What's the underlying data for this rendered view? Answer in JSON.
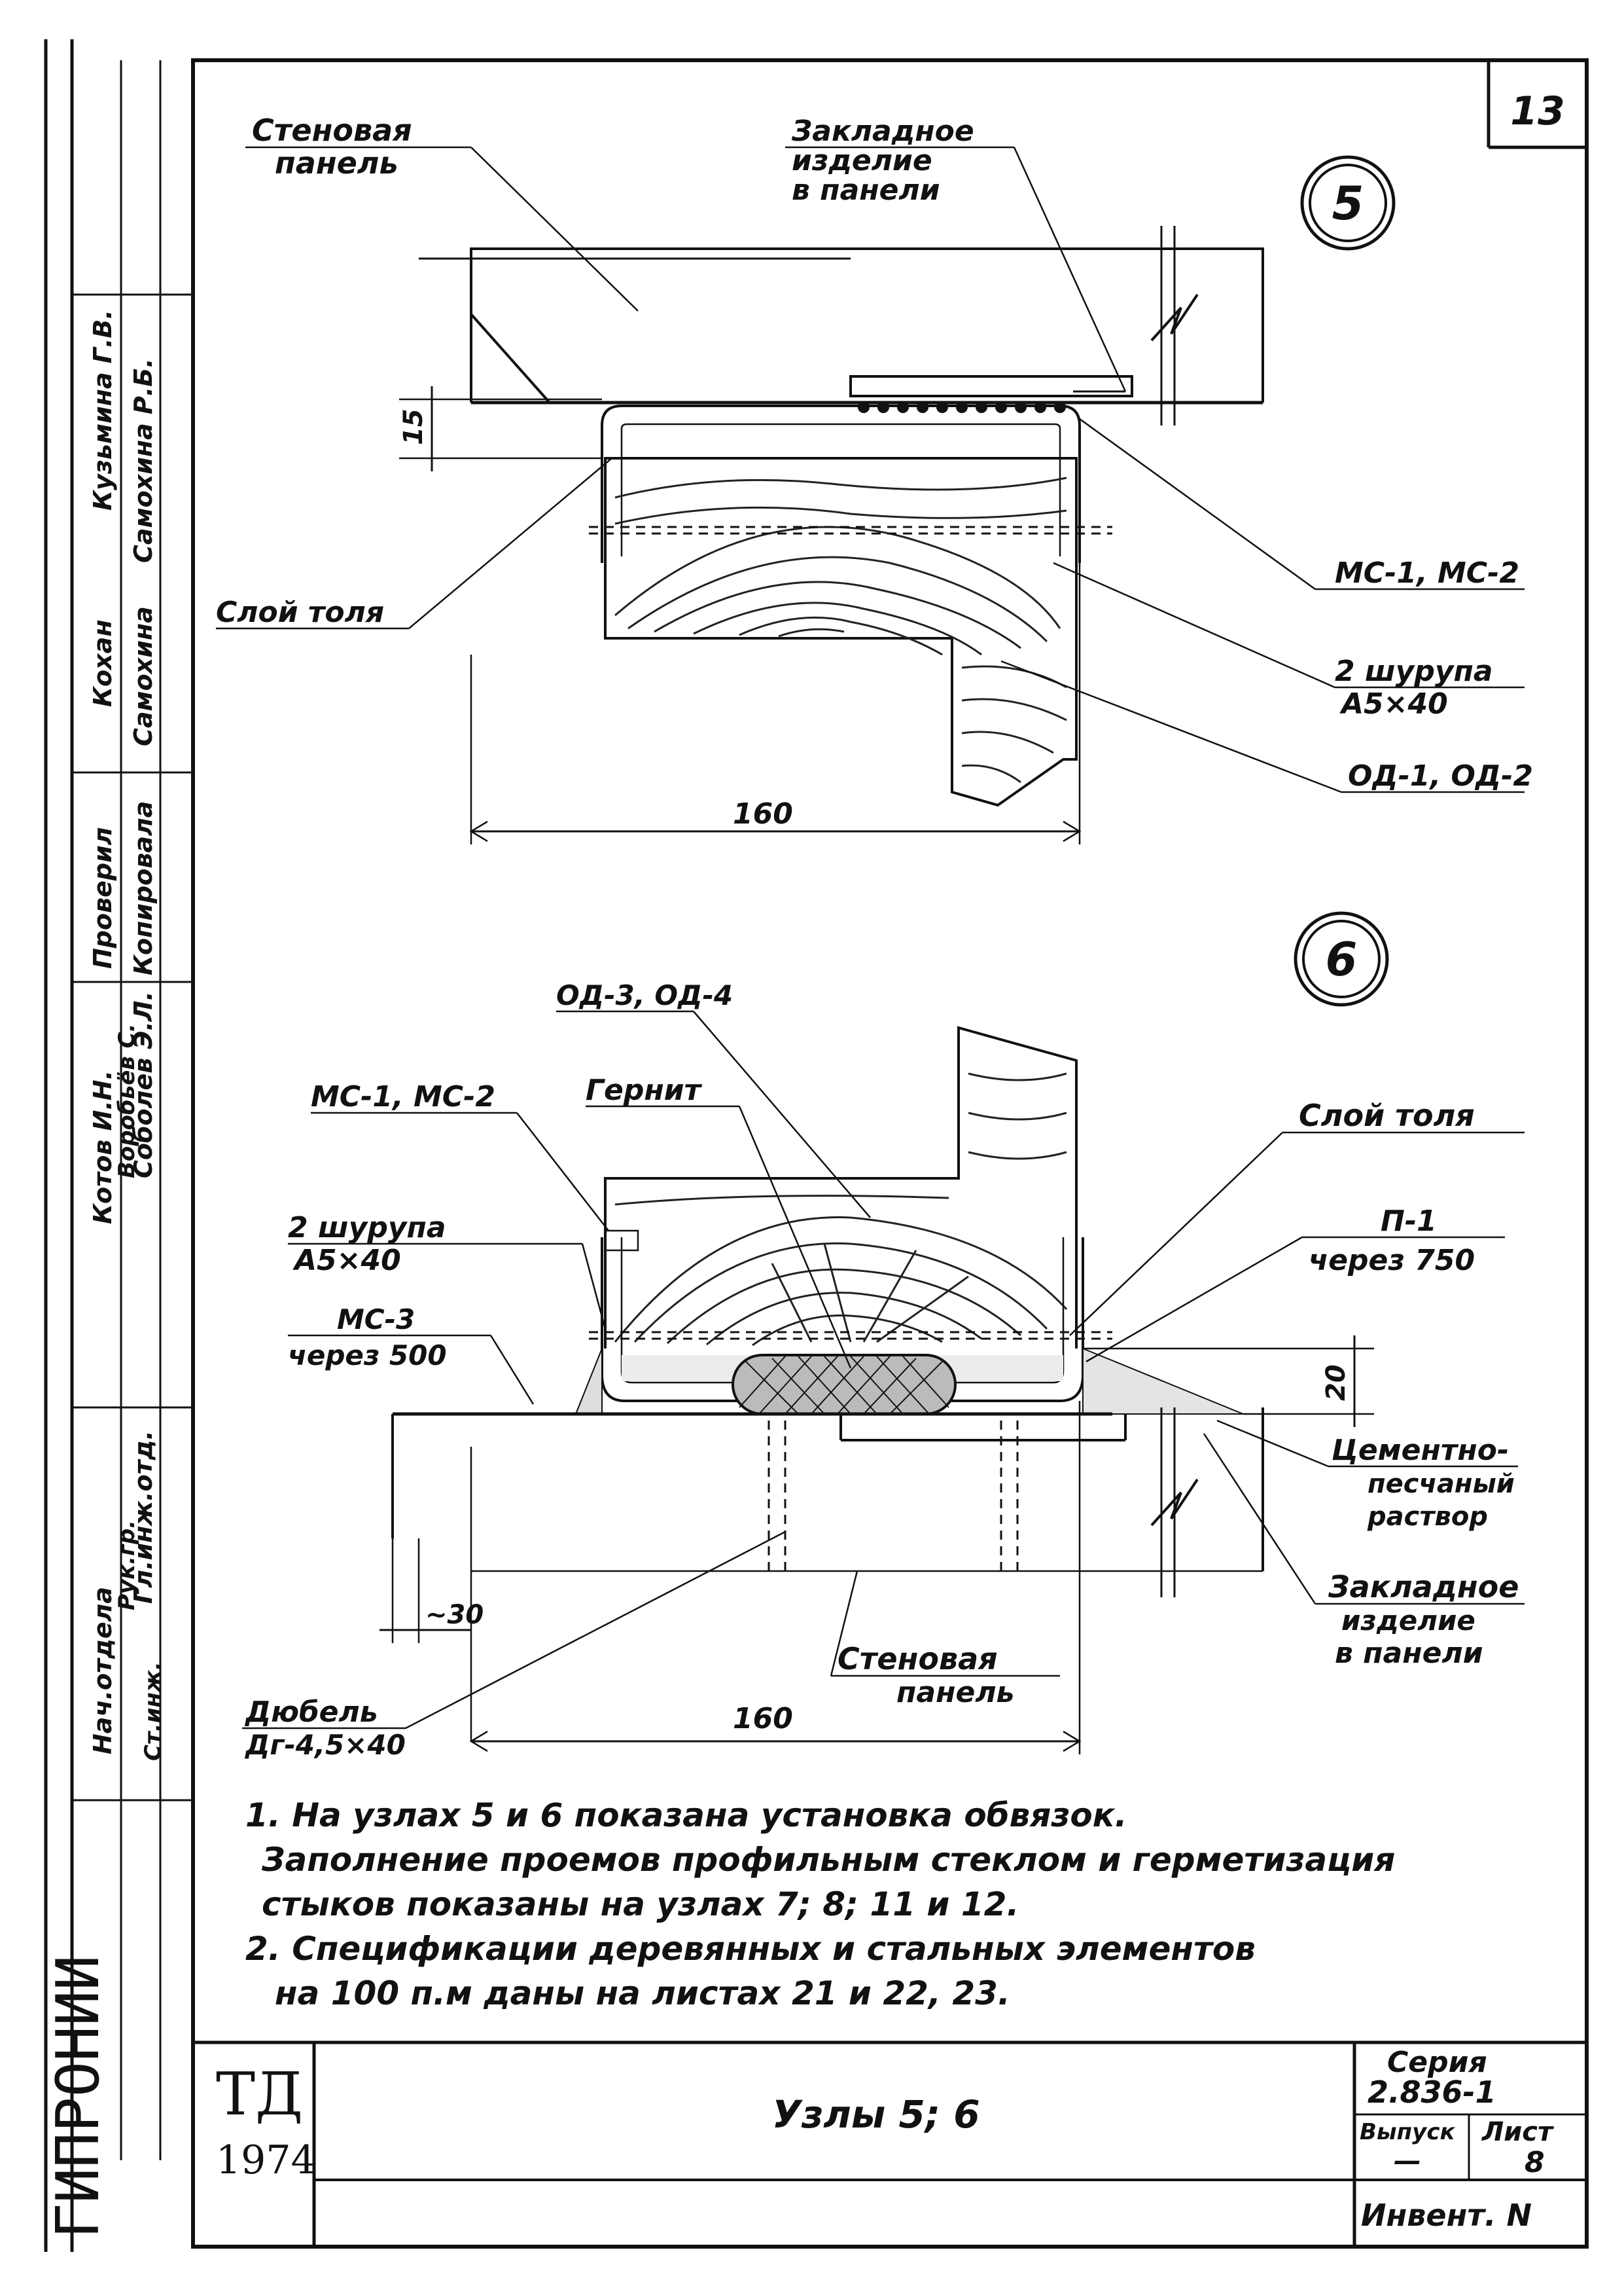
{
  "sheet": {
    "number": "13",
    "year": "1974",
    "org_mark": "ТД",
    "side_stamp": "ГИПРОНИИ",
    "title": "Узлы 5; 6",
    "series_label": "Серия",
    "series_value": "2.836-1",
    "issue_label": "Выпуск",
    "issue_value": "—",
    "sheet_label": "Лист",
    "sheet_value": "8",
    "inventory_label": "Инвент. N"
  },
  "stamp": {
    "roles": [
      "Нач.отдела",
      "Гл.инж.отд.",
      "Рук.гр.",
      "Ст.инж."
    ],
    "names": [
      "Кузьмина Г.В.",
      "Самохина Р.Б.",
      "Кохан",
      "Самохина"
    ],
    "checked": "Проверил",
    "copied": "Копировала",
    "extra": [
      "Котов И.Н.",
      "Воробьёв С.",
      "Соболев Э.Л."
    ]
  },
  "node5": {
    "number": "5",
    "wall_panel": [
      "Стеновая",
      "панель"
    ],
    "embedded": [
      "Закладное",
      "изделие",
      "в панели"
    ],
    "tar_layer": "Слой толя",
    "mc": "МС-1, МС-2",
    "screws": [
      "2 шурупа",
      "А5×40"
    ],
    "od": "ОД-1, ОД-2",
    "dim_15": "15",
    "dim_160": "160"
  },
  "node6": {
    "number": "6",
    "od": "ОД-3, ОД-4",
    "mc": "МС-1, МС-2",
    "gernit": "Гернит",
    "tar_layer": "Слой толя",
    "screws": [
      "2 шурупа",
      "А5×40"
    ],
    "p1": [
      "П-1",
      "через 750"
    ],
    "mc3": [
      "МС-3",
      "через 500"
    ],
    "dim_20": "20",
    "cement": [
      "Цементно-",
      "песчаный",
      "раствор"
    ],
    "dim_30": "~30",
    "wall_panel": [
      "Стеновая",
      "панель"
    ],
    "embedded": [
      "Закладное",
      "изделие",
      "в панели"
    ],
    "dowel": [
      "Дюбель",
      "Дг-4,5×40"
    ],
    "dim_160": "160"
  },
  "notes": [
    "1. На узлах 5 и 6 показана установка обвязок.",
    "Заполнение проемов профильным стеклом и герметизация",
    "стыков показаны на узлах 7; 8; 11 и 12.",
    "2. Спецификации деревянных и стальных элементов",
    "на 100 п.м даны на листах 21 и 22, 23."
  ]
}
